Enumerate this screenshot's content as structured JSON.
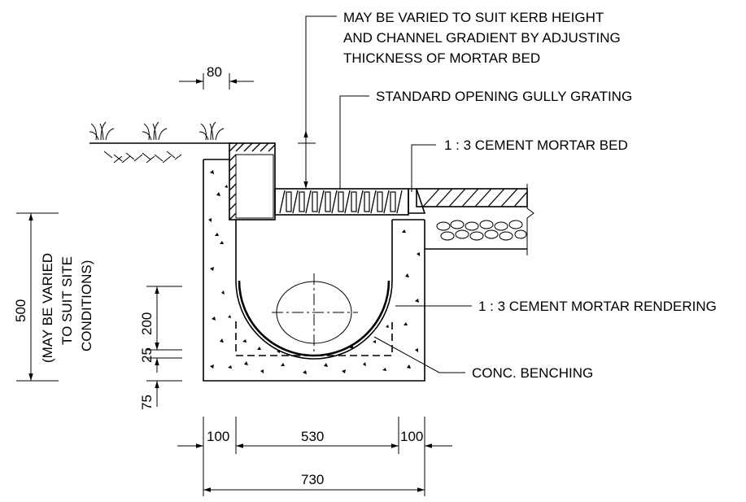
{
  "annotations": {
    "kerb_note_1": "MAY BE VARIED TO SUIT KERB HEIGHT",
    "kerb_note_2": "AND CHANNEL GRADIENT BY ADJUSTING",
    "kerb_note_3": "THICKNESS OF MORTAR BED",
    "grating": "STANDARD OPENING GULLY GRATING",
    "mortar_bed": "1 : 3 CEMENT MORTAR BED",
    "rendering": "1 : 3 CEMENT MORTAR RENDERING",
    "benching": "CONC. BENCHING"
  },
  "dimensions": {
    "kerb_width": "80",
    "depth_total": "500",
    "depth_note_1": "(MAY BE VARIED",
    "depth_note_2": "TO SUIT SITE",
    "depth_note_3": "CONDITIONS)",
    "bench_height": "200",
    "render_thickness": "25",
    "base_thickness": "75",
    "wall_left": "100",
    "inner_width": "530",
    "wall_right": "100",
    "overall_width": "730"
  }
}
